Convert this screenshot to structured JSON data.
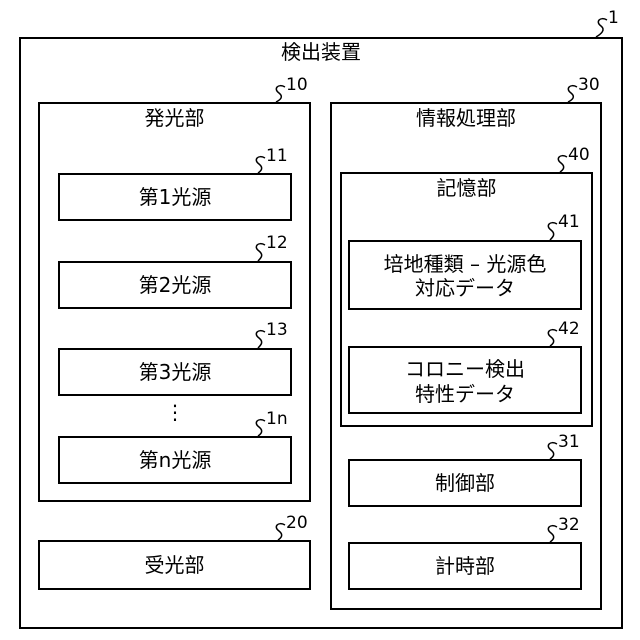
{
  "device": {
    "title": "検出装置",
    "ref": "1"
  },
  "light_emitter": {
    "title": "発光部",
    "ref": "10",
    "sources": [
      {
        "label": "第1光源",
        "ref": "11"
      },
      {
        "label": "第2光源",
        "ref": "12"
      },
      {
        "label": "第3光源",
        "ref": "13"
      },
      {
        "label": "第n光源",
        "ref": "1n"
      }
    ],
    "ellipsis": "⋮"
  },
  "light_receiver": {
    "label": "受光部",
    "ref": "20"
  },
  "info_processor": {
    "title": "情報処理部",
    "ref": "30",
    "storage": {
      "title": "記憶部",
      "ref": "40",
      "media_light_data": {
        "line1": "培地種類 – 光源色",
        "line2": "対応データ",
        "ref": "41"
      },
      "colony_data": {
        "line1": "コロニー検出",
        "line2": "特性データ",
        "ref": "42"
      }
    },
    "controller": {
      "label": "制御部",
      "ref": "31"
    },
    "timer": {
      "label": "計時部",
      "ref": "32"
    }
  }
}
